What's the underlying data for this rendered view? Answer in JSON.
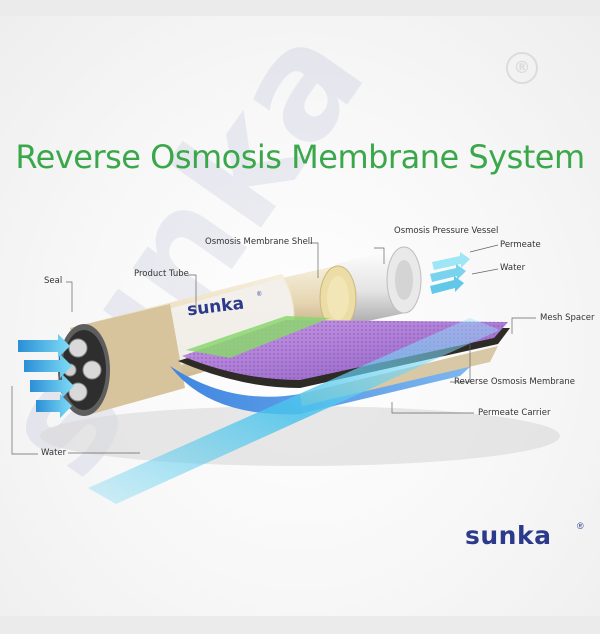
{
  "title": "Reverse Osmosis Membrane System",
  "brand": {
    "name": "sunka",
    "reg": "®"
  },
  "labels": {
    "seal": "Seal",
    "product_tube": "Product Tube",
    "membrane_shell": "Osmosis Membrane Shell",
    "pressure_vessel": "Osmosis Pressure Vessel",
    "permeate": "Permeate",
    "water_right": "Water",
    "mesh_spacer": "Mesh Spacer",
    "ro_membrane": "Reverse Osmosis Membrane",
    "permeate_carrier": "Permeate Carrier",
    "water_left": "Water"
  },
  "colors": {
    "title": "#3aa84a",
    "brand": "#2c3a8c",
    "water_arrow": "#2aa6d8",
    "membrane": "#b77fd6",
    "spacer": "#7fd06a",
    "shell": "#e8dcc0"
  },
  "watermark": "sunka"
}
